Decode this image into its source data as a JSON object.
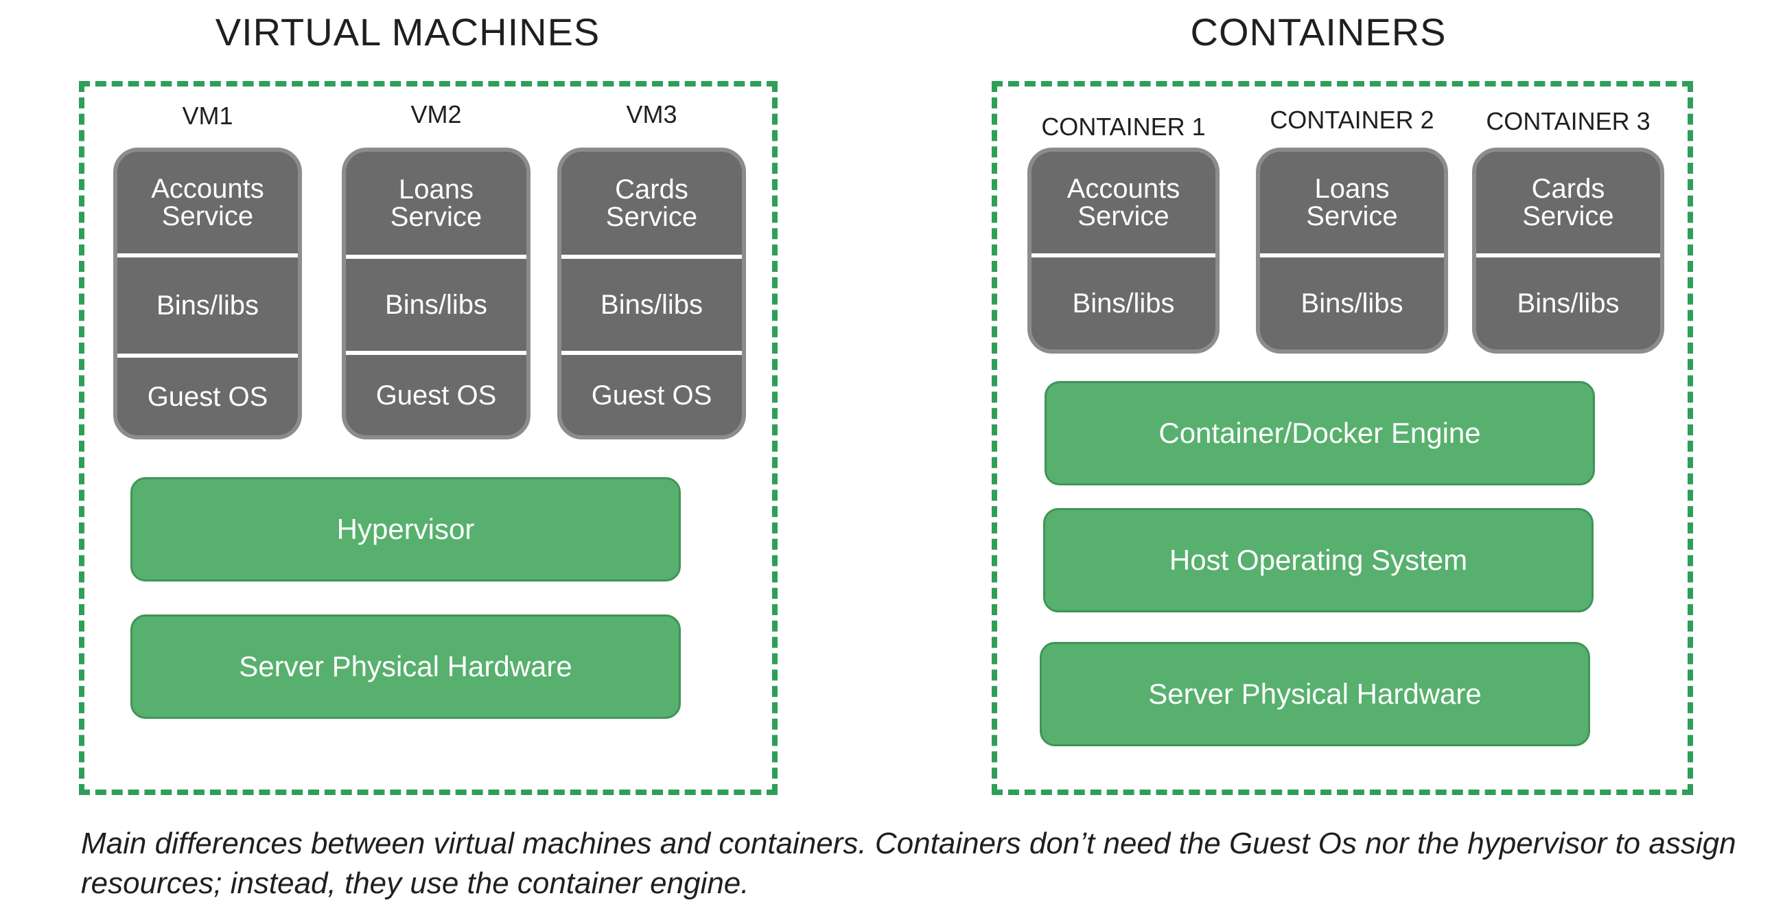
{
  "vm": {
    "title": "VIRTUAL MACHINES",
    "stacks": [
      {
        "label": "VM1",
        "service": "Accounts\nService",
        "libs": "Bins/libs",
        "os": "Guest OS"
      },
      {
        "label": "VM2",
        "service": "Loans\nService",
        "libs": "Bins/libs",
        "os": "Guest OS"
      },
      {
        "label": "VM3",
        "service": "Cards\nService",
        "libs": "Bins/libs",
        "os": "Guest OS"
      }
    ],
    "layers": [
      "Hypervisor",
      "Server Physical Hardware"
    ]
  },
  "containers": {
    "title": "CONTAINERS",
    "stacks": [
      {
        "label": "CONTAINER 1",
        "service": "Accounts\nService",
        "libs": "Bins/libs"
      },
      {
        "label": "CONTAINER 2",
        "service": "Loans\nService",
        "libs": "Bins/libs"
      },
      {
        "label": "CONTAINER 3",
        "service": "Cards\nService",
        "libs": "Bins/libs"
      }
    ],
    "layers": [
      "Container/Docker Engine",
      "Host Operating System",
      "Server Physical Hardware"
    ]
  },
  "caption": "Main differences between virtual machines and containers. Containers don’t need the Guest Os nor the hypervisor to assign resources; instead, they use the container engine.",
  "colors": {
    "accent_green": "#57b06d",
    "frame_green": "#2f9e57",
    "stack_gray": "#6b6b6b"
  }
}
